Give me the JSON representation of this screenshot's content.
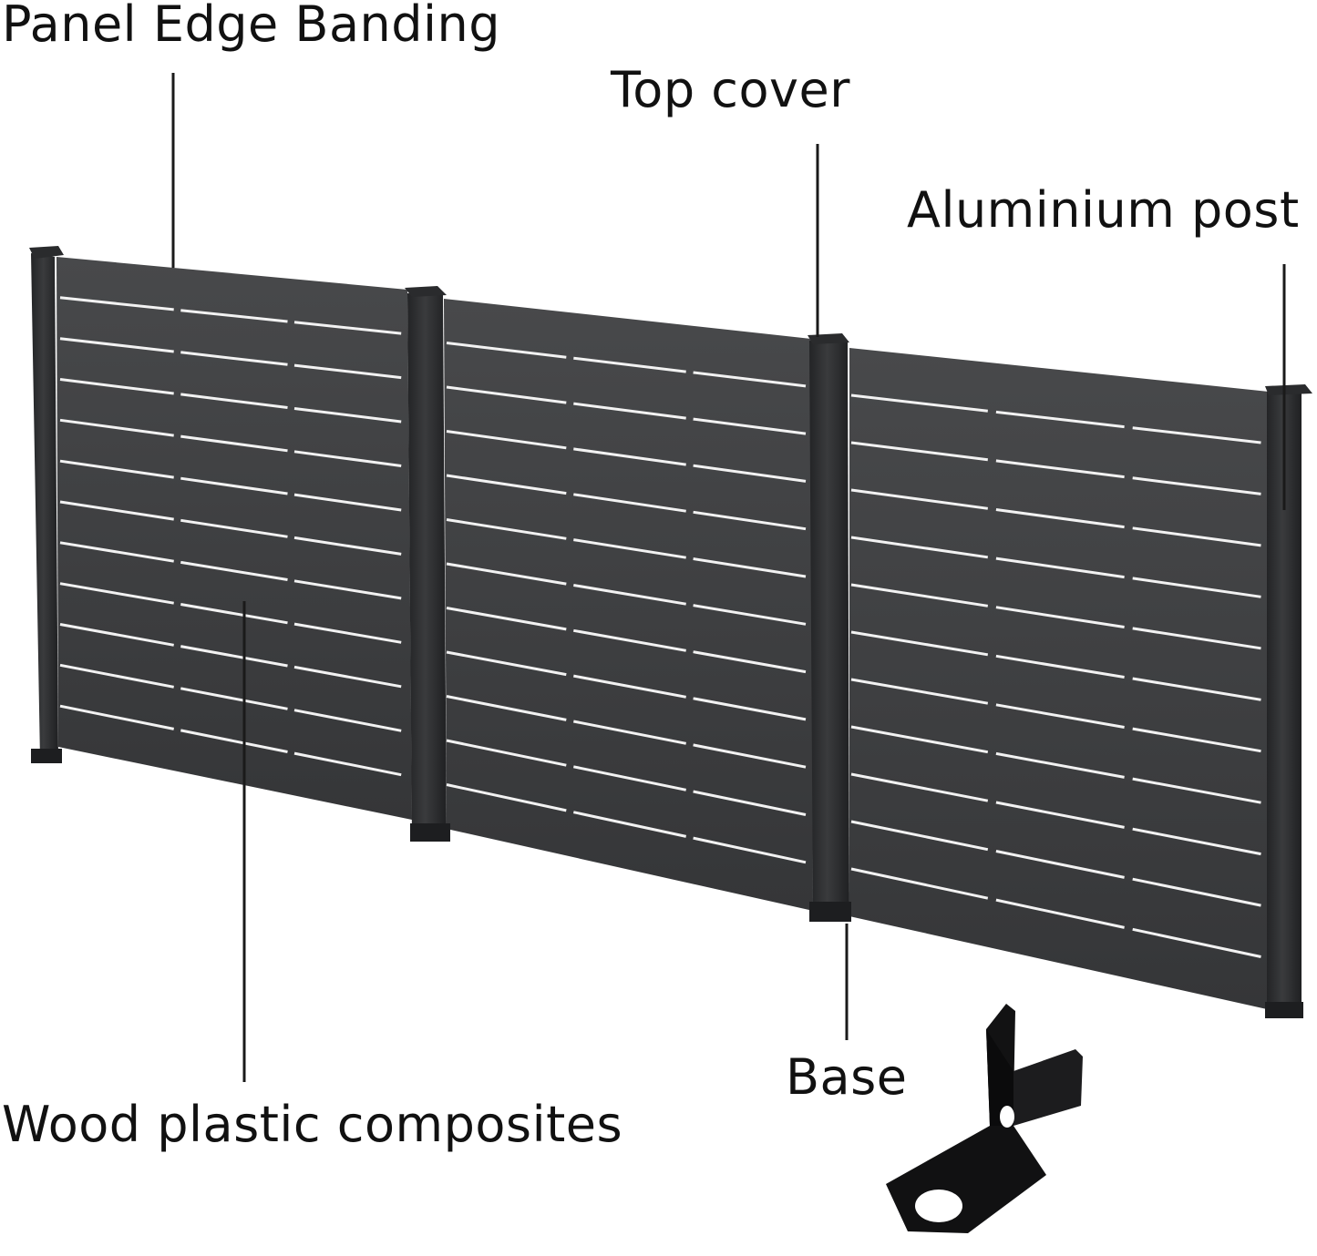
{
  "diagram": {
    "labels": {
      "panel_edge_banding": "Panel Edge Banding",
      "top_cover": "Top cover",
      "aluminium_post": "Aluminium post",
      "base": "Base",
      "wood_plastic_composites": "Wood plastic composites"
    },
    "colors": {
      "background": "#ffffff",
      "text": "#111111",
      "leader_line": "#1a1a1a",
      "panel_board": "#3d3e40",
      "panel_slat_gap": "#f2f2f2",
      "post": "#2e2f31",
      "bracket": "#0f0f10"
    },
    "fence": {
      "panel_count": 3,
      "post_count": 4,
      "boards_per_panel": 12
    },
    "icons": [
      "fence-panel-illustration",
      "base-bracket-icon"
    ]
  }
}
